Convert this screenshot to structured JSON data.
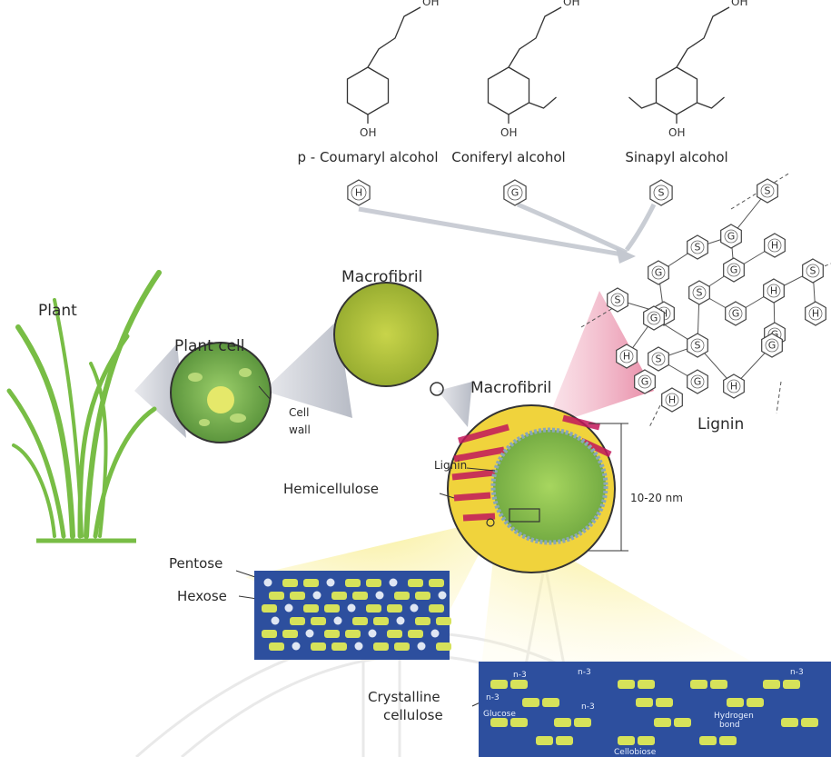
{
  "monomers": [
    {
      "name": "p - Coumaryl alcohol",
      "unit": "H",
      "oh_top": "OH",
      "oh_bottom": "OH"
    },
    {
      "name": "Coniferyl alcohol",
      "unit": "G",
      "oh_top": "OH",
      "oh_bottom": "OH"
    },
    {
      "name": "Sinapyl alcohol",
      "unit": "S",
      "oh_top": "OH",
      "oh_bottom": "OH"
    }
  ],
  "labels": {
    "plant": "Plant",
    "plant_cell": "Plant cell",
    "cell_wall_1": "Cell",
    "cell_wall_2": "wall",
    "macrofibril_1": "Macrofibril",
    "macrofibril_2": "Macrofibril",
    "lignin_right": "Lignin",
    "lignin_small": "Lignin",
    "hemicellulose": "Hemicellulose",
    "size": "10-20 nm",
    "pentose": "Pentose",
    "hexose": "Hexose",
    "crystalline_1": "Crystalline",
    "crystalline_2": "cellulose",
    "glucose": "Glucose",
    "cellobiose": "Cellobiose",
    "hydrogen_1": "Hydrogen",
    "hydrogen_2": "bond",
    "n3": "n-3"
  },
  "lignin_units": [
    "H",
    "G",
    "S",
    "G",
    "S",
    "H",
    "G",
    "S",
    "G",
    "H",
    "S",
    "H",
    "G",
    "S",
    "G",
    "H",
    "S",
    "G",
    "H",
    "G",
    "S",
    "H",
    "G"
  ],
  "colors": {
    "plant": "#7cbf4a",
    "cell": "#5a9a3a",
    "macro": "#b9c53a",
    "lignin_band": "#c2185b",
    "cellulose_box": "#2d4f9e",
    "sugar": "#d6e25a",
    "beam": "#f3e47a"
  }
}
